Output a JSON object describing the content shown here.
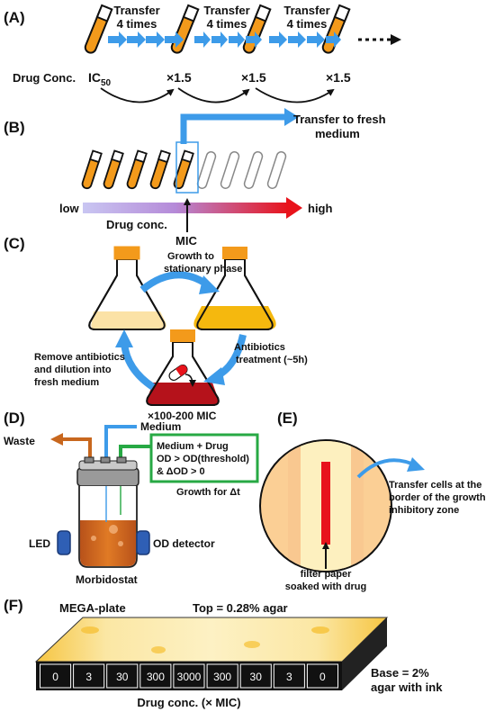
{
  "panelA": {
    "label": "(A)",
    "transfer": [
      "Transfer",
      "4 times"
    ],
    "drug_conc_label": "Drug Conc.",
    "ic50_main": "IC",
    "ic50_sub": "50",
    "multiplier": "×1.5"
  },
  "panelB": {
    "label": "(B)",
    "transfer_line1": "Transfer to fresh",
    "transfer_line2": "medium",
    "low": "low",
    "high": "high",
    "drug_conc": "Drug conc.",
    "mic": "MIC"
  },
  "panelC": {
    "label": "(C)",
    "growth_line1": "Growth to",
    "growth_line2": "stationary phase",
    "antibiotics_line1": "Antibiotics",
    "antibiotics_line2": "treatment (~5h)",
    "remove_line1": "Remove antibiotics",
    "remove_line2": "and dilution into",
    "remove_line3": "fresh medium",
    "dose": "×100-200 MIC"
  },
  "panelD": {
    "label": "(D)",
    "waste": "Waste",
    "medium": "Medium",
    "box_line1": "Medium + Drug",
    "box_line2": "OD > OD(threshold)",
    "box_line3": "& ΔOD > 0",
    "growth": "Growth for Δt",
    "led": "LED",
    "od_detector": "OD detector",
    "device": "Morbidostat"
  },
  "panelE": {
    "label": "(E)",
    "transfer_line1": "Transfer cells at the",
    "transfer_line2": "border of the growth",
    "transfer_line3": "inhibitory zone",
    "filter_line1": "filter paper",
    "filter_line2": "soaked with drug"
  },
  "panelF": {
    "label": "(F)",
    "plate_name": "MEGA-plate",
    "top": "Top = 0.28% agar",
    "base_line1": "Base = 2%",
    "base_line2": "agar with ink",
    "values": [
      "0",
      "3",
      "30",
      "300",
      "3000",
      "300",
      "30",
      "3",
      "0"
    ],
    "xlabel": "Drug conc. (× MIC)"
  },
  "colors": {
    "orange": "#f39a1b",
    "blue": "#3d9be9",
    "red": "#e8131b",
    "dark_red": "#b5121b",
    "lavender": "#b9b5ee",
    "green": "#27a944",
    "brown": "#c8671e",
    "peach": "#fbcf95",
    "cream": "#fdf0bf"
  }
}
